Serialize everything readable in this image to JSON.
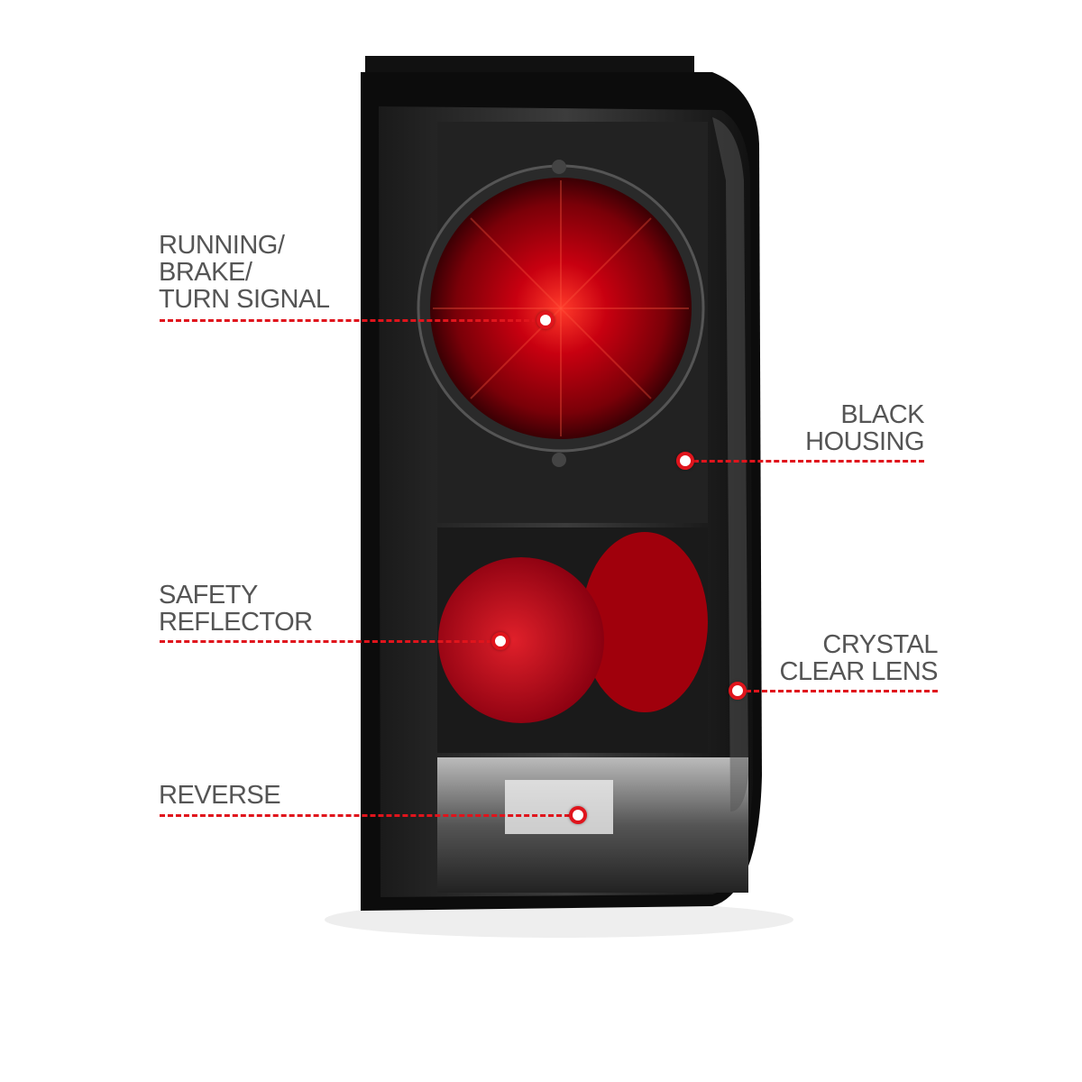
{
  "callouts": [
    {
      "id": "running",
      "lines": [
        "RUNNING/",
        "BRAKE/",
        "TURN SIGNAL"
      ]
    },
    {
      "id": "housing",
      "lines": [
        "BLACK",
        "HOUSING"
      ]
    },
    {
      "id": "reflector",
      "lines": [
        "SAFETY",
        "REFLECTOR"
      ]
    },
    {
      "id": "lens",
      "lines": [
        "CRYSTAL",
        "CLEAR LENS"
      ]
    },
    {
      "id": "reverse",
      "lines": [
        "REVERSE"
      ]
    }
  ],
  "colors": {
    "accent": "#e0141c",
    "text": "#555555",
    "housing": "#111111",
    "lens_red": "#b3000f"
  }
}
